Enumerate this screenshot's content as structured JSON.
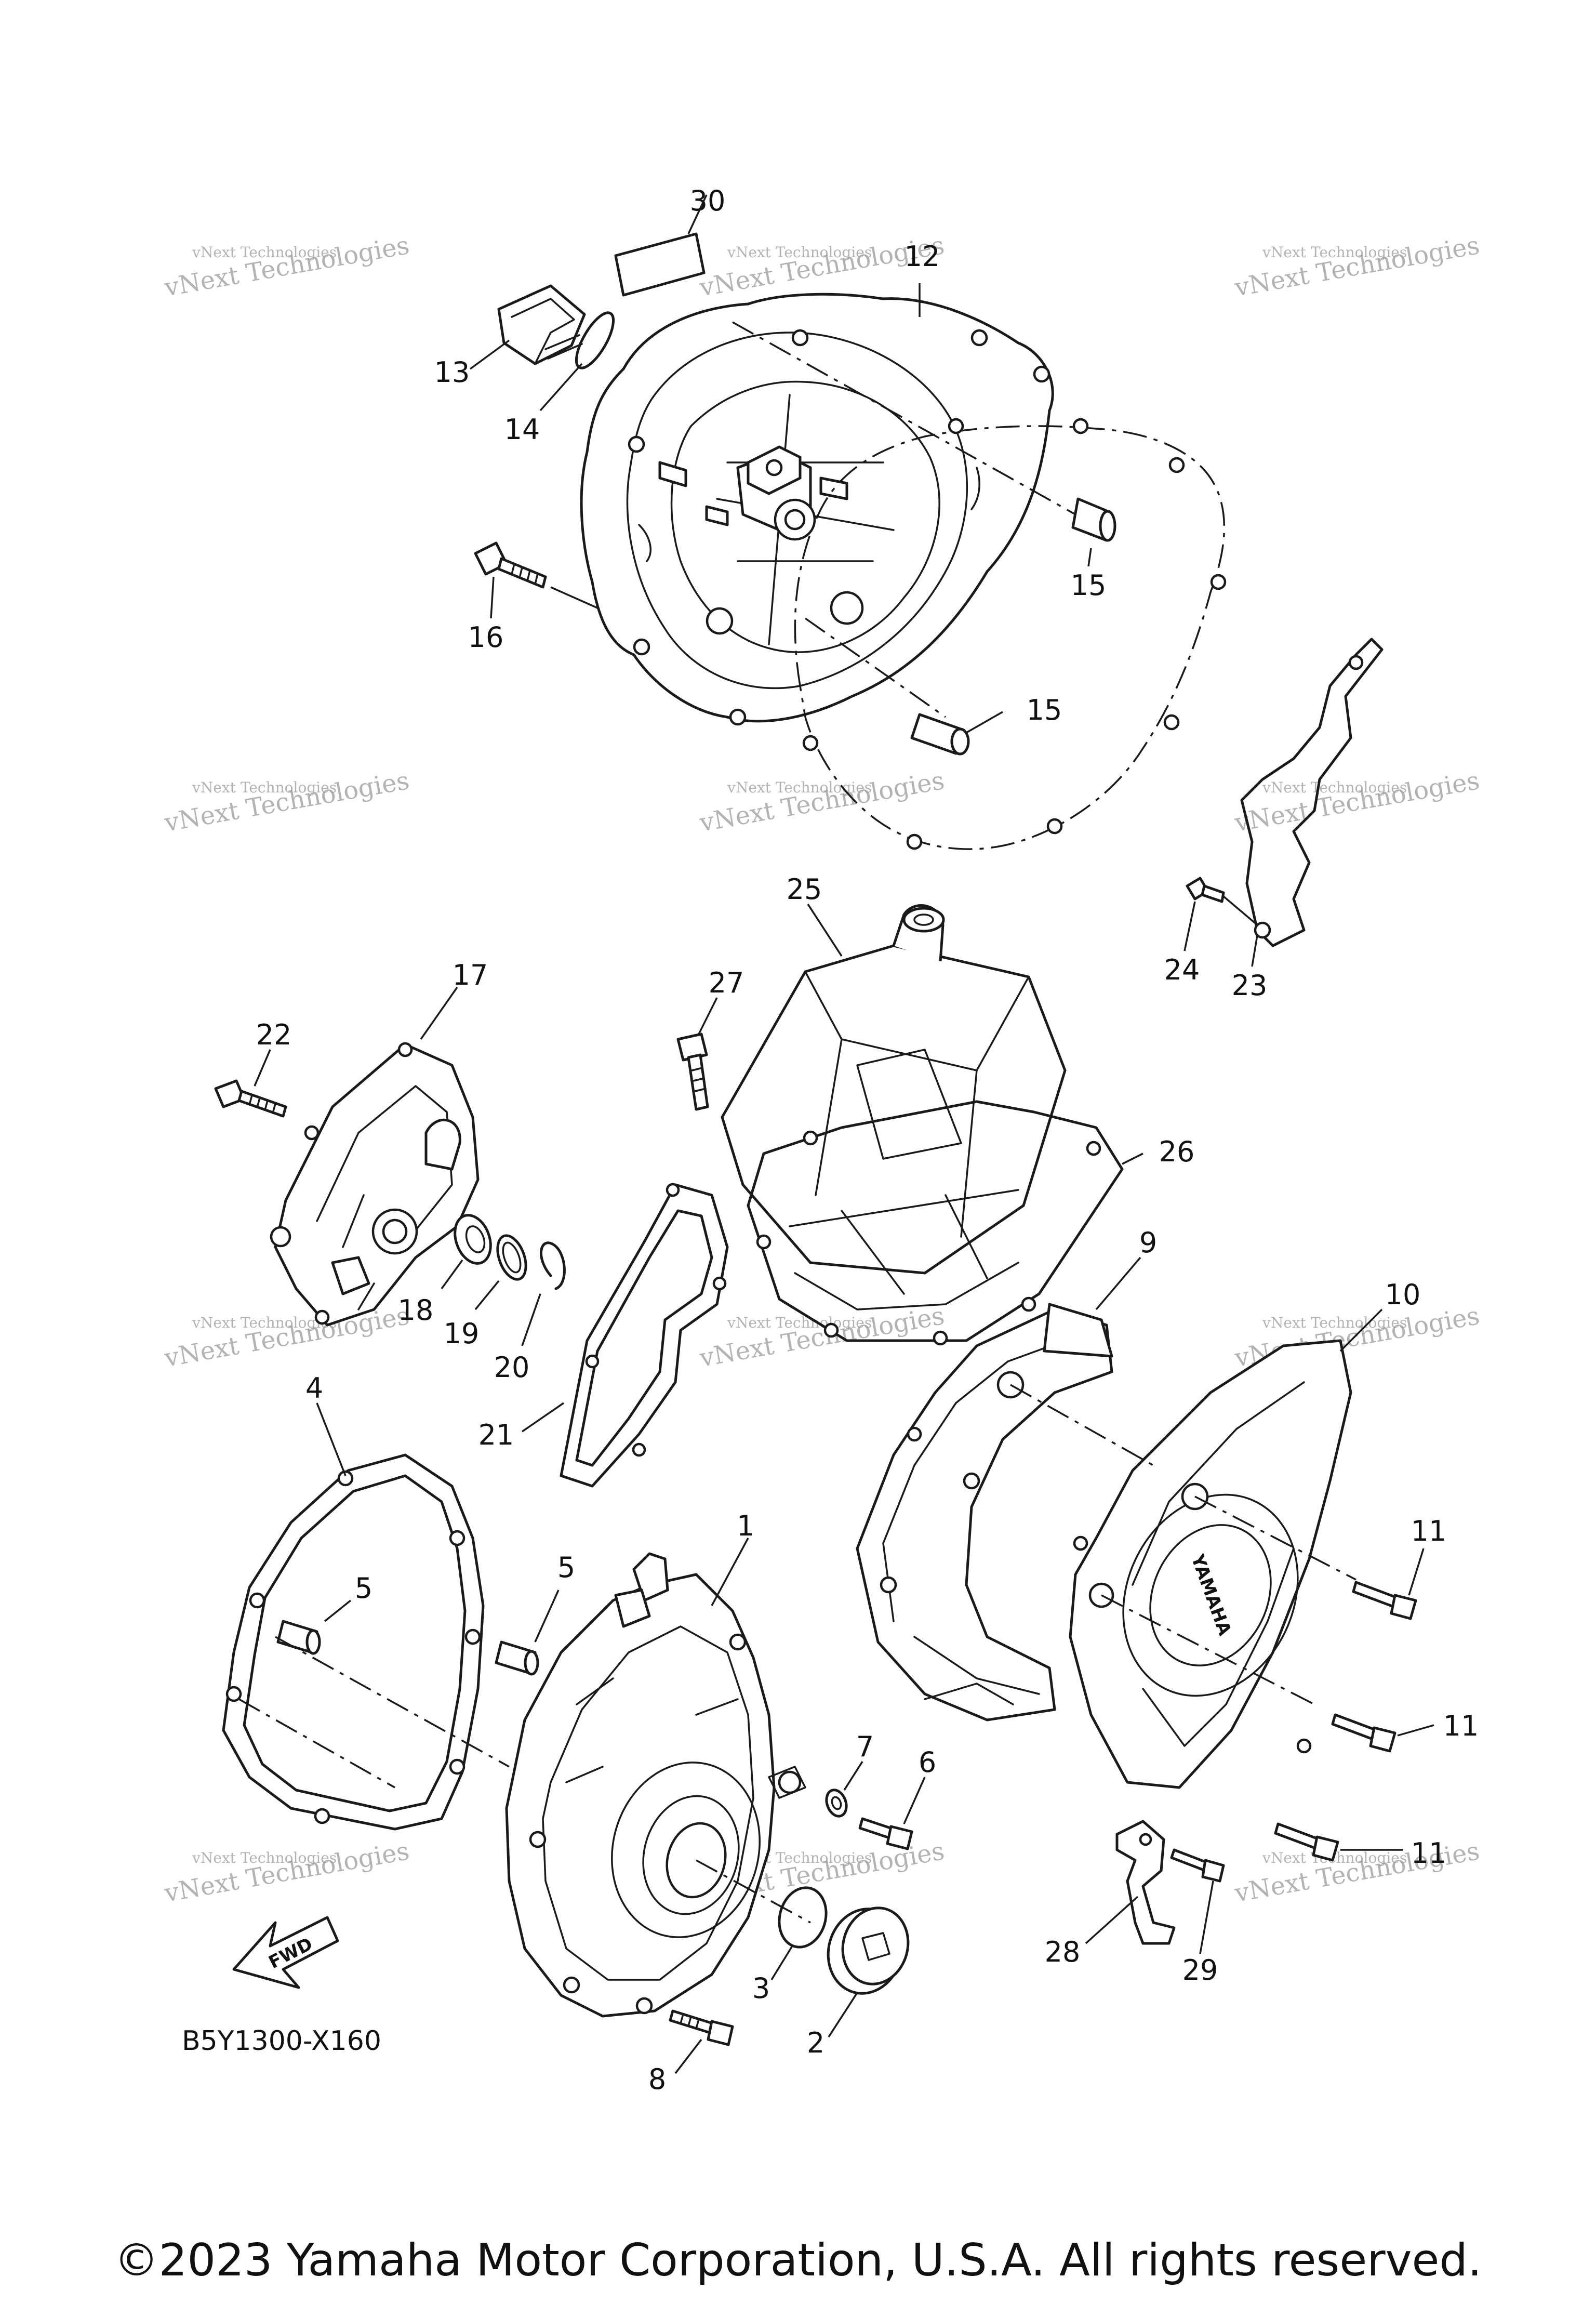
{
  "diagram": {
    "code": "B5Y1300-X160",
    "fwd_label": "FWD",
    "watermark_line1": "vNext Technologies",
    "watermark_line2": "vNext Technologies",
    "stamp_text": "YAMAHA",
    "copyright": "©2023 Yamaha Motor Corporation, U.S.A. All rights reserved.",
    "callouts": [
      "30",
      "12",
      "13",
      "14",
      "15",
      "16",
      "15",
      "24",
      "23",
      "25",
      "27",
      "26",
      "17",
      "22",
      "18",
      "19",
      "20",
      "21",
      "9",
      "10",
      "4",
      "5",
      "5",
      "1",
      "11",
      "11",
      "11",
      "7",
      "6",
      "3",
      "2",
      "8",
      "28",
      "29"
    ]
  }
}
